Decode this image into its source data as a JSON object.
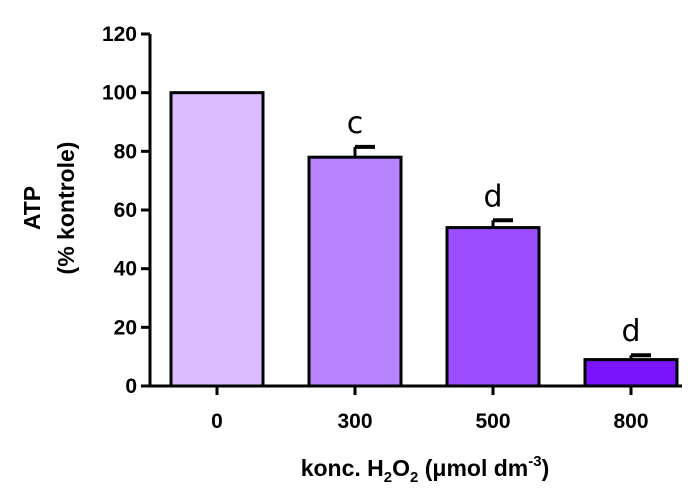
{
  "chart_data": {
    "type": "bar",
    "categories": [
      "0",
      "300",
      "500",
      "800"
    ],
    "values": [
      100,
      78,
      54,
      9
    ],
    "errors": [
      0,
      3.5,
      2.5,
      1.5
    ],
    "annotations": [
      "",
      "c",
      "d",
      "d"
    ],
    "colors": [
      "#dcbcff",
      "#b883ff",
      "#9b4dff",
      "#7a14ff"
    ],
    "ylim": [
      0,
      120
    ],
    "yticks": [
      "0",
      "20",
      "40",
      "60",
      "80",
      "100",
      "120"
    ],
    "ylabel_line1": "ATP",
    "ylabel_line2": "(% kontrole)",
    "xlabel": {
      "prefix": "konc. H",
      "sub1": "2",
      "mid": "O",
      "sub2": "2",
      "unit": " (μmol dm",
      "sup": "-3",
      "close": ")"
    }
  }
}
